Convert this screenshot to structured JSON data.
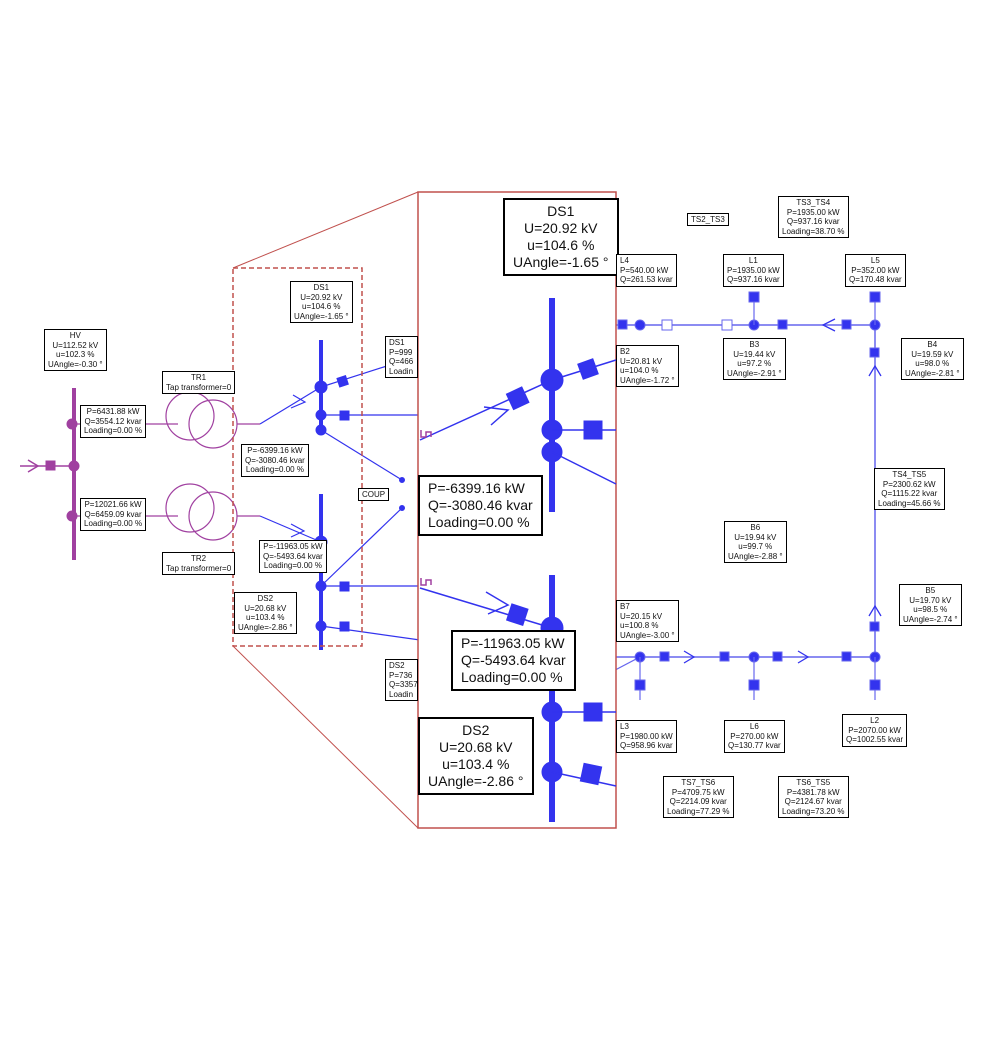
{
  "colors": {
    "hv": "#a040a0",
    "mv": "#3333ee",
    "mv_line": "#6666ee",
    "zoom_frame": "#c0504d"
  },
  "hv_bus": {
    "name": "HV",
    "u": "U=112.52 kV",
    "pct": "u=102.3 %",
    "angle": "UAngle=-0.30 °"
  },
  "tr1": {
    "name": "TR1",
    "tap": "Tap transformer=",
    "tap_value": "0",
    "hv_flow": [
      "P=6431.88 kW",
      "Q=3554.12 kvar",
      "Loading=0.00 %"
    ],
    "lv_flow": [
      "P=-6399.16 kW",
      "Q=-3080.46 kvar",
      "Loading=0.00 %"
    ]
  },
  "tr2": {
    "name": "TR2",
    "tap": "Tap transformer=",
    "tap_value": "0",
    "hv_flow": [
      "P=12021.66 kW",
      "Q=6459.09 kvar",
      "Loading=0.00 %"
    ],
    "lv_flow": [
      "P=-11963.05 kW",
      "Q=-5493.64 kvar",
      "Loading=0.00 %"
    ]
  },
  "ds1": {
    "name": "DS1",
    "u": "U=20.92 kV",
    "pct": "u=104.6 %",
    "angle": "UAngle=-1.65 °"
  },
  "ds2": {
    "name": "DS2",
    "u": "U=20.68 kV",
    "pct": "u=103.4 %",
    "angle": "UAngle=-2.86 °"
  },
  "coupler": "COUP",
  "partial": {
    "ds1_line": [
      "DS1",
      "P=999",
      "Q=466",
      "Loadin"
    ],
    "ds2_line": [
      "DS2",
      "P=736",
      "Q=3357",
      "Loadin"
    ]
  },
  "zoom": {
    "ds1": {
      "name": "DS1",
      "u": "U=20.92 kV",
      "pct": "u=104.6 %",
      "angle": "UAngle=-1.65 °"
    },
    "ds2": {
      "name": "DS2",
      "u": "U=20.68 kV",
      "pct": "u=103.4 %",
      "angle": "UAngle=-2.86 °"
    },
    "tr1_flow": [
      "P=-6399.16 kW",
      "Q=-3080.46 kvar",
      "Loading=0.00 %"
    ],
    "tr2_flow": [
      "P=-11963.05 kW",
      "Q=-5493.64 kvar",
      "Loading=0.00 %"
    ]
  },
  "loads": {
    "l4": [
      "L4",
      "P=540.00 kW",
      "Q=261.53 kvar"
    ],
    "l1": [
      "L1",
      "P=1935.00 kW",
      "Q=937.16 kvar"
    ],
    "l5": [
      "L5",
      "P=352.00 kW",
      "Q=170.48 kvar"
    ],
    "l3": [
      "L3",
      "P=1980.00 kW",
      "Q=958.96 kvar"
    ],
    "l6": [
      "L6",
      "P=270.00 kW",
      "Q=130.77 kvar"
    ],
    "l2": [
      "L2",
      "P=2070.00 kW",
      "Q=1002.55 kvar"
    ]
  },
  "buses": {
    "b2": [
      "B2",
      "U=20.81 kV",
      "u=104.0 %",
      "UAngle=-1.72 °"
    ],
    "b3": [
      "B3",
      "U=19.44 kV",
      "u=97.2 %",
      "UAngle=-2.91 °"
    ],
    "b4": [
      "B4",
      "U=19.59 kV",
      "u=98.0 %",
      "UAngle=-2.81 °"
    ],
    "b5": [
      "B5",
      "U=19.70 kV",
      "u=98.5 %",
      "UAngle=-2.74 °"
    ],
    "b6": [
      "B6",
      "U=19.94 kV",
      "u=99.7 %",
      "UAngle=-2.88 °"
    ],
    "b7": [
      "B7",
      "U=20.15 kV",
      "u=100.8 %",
      "UAngle=-3.00 °"
    ]
  },
  "lines": {
    "ts2_ts3": "TS2_TS3",
    "ts3_ts4": [
      "TS3_TS4",
      "P=1935.00 kW",
      "Q=937.16 kvar",
      "Loading=38.70 %"
    ],
    "ts4_ts5": [
      "TS4_TS5",
      "P=2300.62 kW",
      "Q=1115.22 kvar",
      "Loading=45.66 %"
    ],
    "ts7_ts6": [
      "TS7_TS6",
      "P=4709.75 kW",
      "Q=2214.09 kvar",
      "Loading=77.29 %"
    ],
    "ts6_ts5": [
      "TS6_TS5",
      "P=4381.78 kW",
      "Q=2124.67 kvar",
      "Loading=73.20 %"
    ]
  }
}
